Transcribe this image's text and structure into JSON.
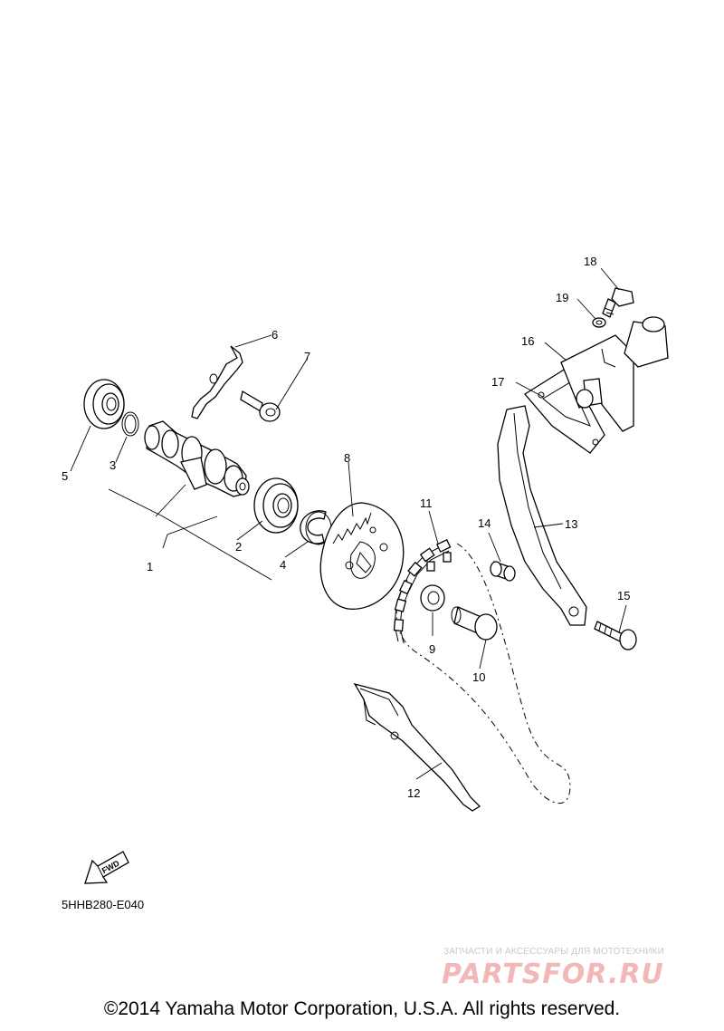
{
  "parts": {
    "p1": "1",
    "p2": "2",
    "p3": "3",
    "p4": "4",
    "p5": "5",
    "p6": "6",
    "p7": "7",
    "p8": "8",
    "p9": "9",
    "p10": "10",
    "p11": "11",
    "p12": "12",
    "p13": "13",
    "p14": "14",
    "p15": "15",
    "p16": "16",
    "p17": "17",
    "p18": "18",
    "p19": "19"
  },
  "fwd_label": "FWD",
  "diagram_code": "5HHB280-E040",
  "watermark": {
    "tagline": "ЗАПЧАСТИ И АКСЕССУАРЫ ДЛЯ МОТОТЕХНИКИ",
    "logo": "PARTSFOR.RU"
  },
  "copyright": "©2014 Yamaha Motor Corporation, U.S.A. All rights reserved."
}
